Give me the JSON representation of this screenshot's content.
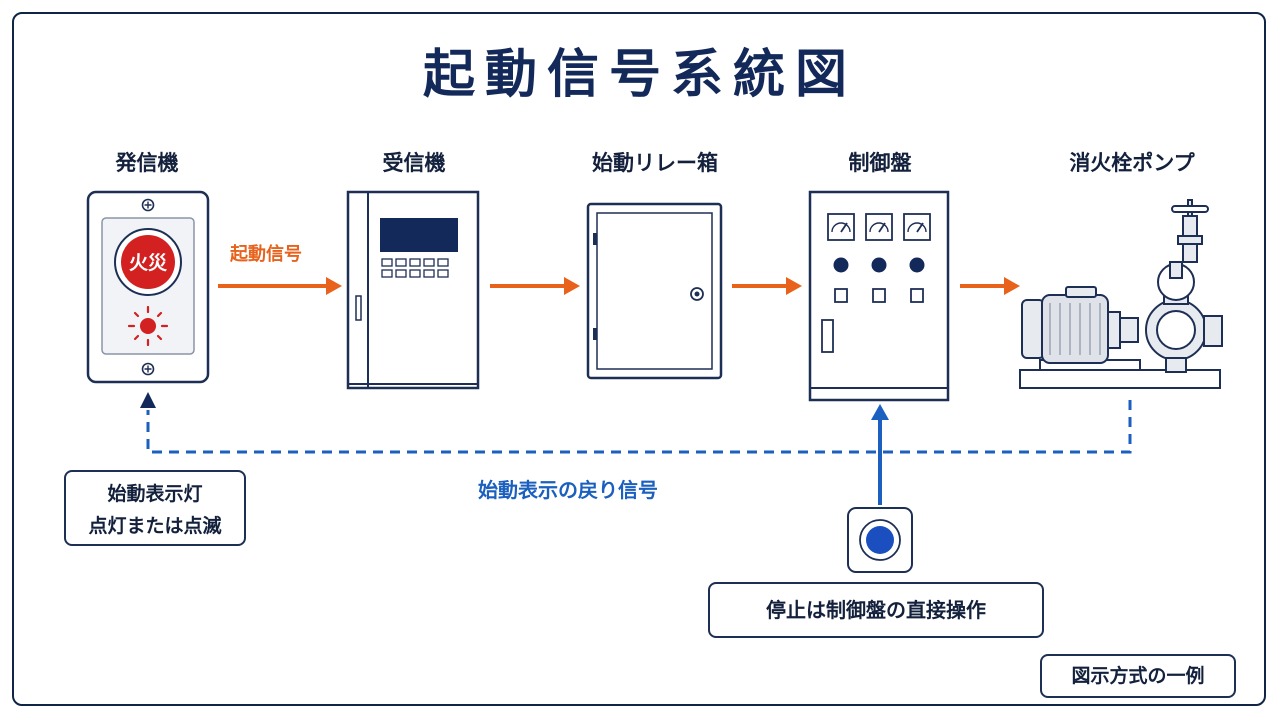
{
  "title": "起動信号系統図",
  "components": [
    {
      "name": "発信機"
    },
    {
      "name": "受信機"
    },
    {
      "name": "始動リレー箱"
    },
    {
      "name": "制御盤"
    },
    {
      "name": "消火栓ポンプ"
    }
  ],
  "button_text": "火災",
  "signal_label": "起動信号",
  "return_signal_label": "始動表示の戻り信号",
  "lamp_note": {
    "line1": "始動表示灯",
    "line2": "点灯または点滅"
  },
  "stop_note": "停止は制御盤の直接操作",
  "footer_note": "図示方式の一例",
  "colors": {
    "primary": "#12295a",
    "signal": "#e8621c",
    "return": "#1b5fbf",
    "alarm": "#d32020"
  }
}
